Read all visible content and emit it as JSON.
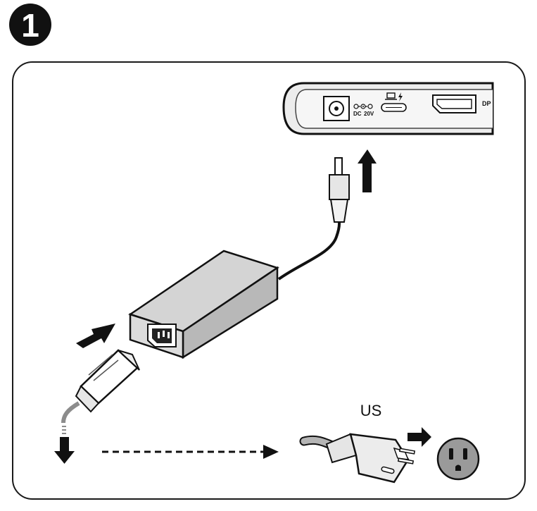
{
  "step": {
    "number": "1"
  },
  "hub_port_labels": {
    "dc": "DC",
    "voltage": "20V",
    "displayport": "DP"
  },
  "plug_region": "US",
  "colors": {
    "ink": "#111111",
    "frame": "#1a1a1a",
    "adapter_fill": "#cfcfcf",
    "adapter_shade": "#b5b5b5",
    "hub_fill": "#e9e9e9",
    "cord_gray": "#8c8c8c",
    "outlet_fill": "#9a9a9a"
  },
  "icons": [
    "step-number-badge",
    "dc-polarity-icon",
    "laptop-icon",
    "lightning-icon",
    "up-arrow-icon",
    "right-arrow-icon",
    "down-arrow-icon",
    "dashed-arrow-icon",
    "power-outlet-icon"
  ]
}
